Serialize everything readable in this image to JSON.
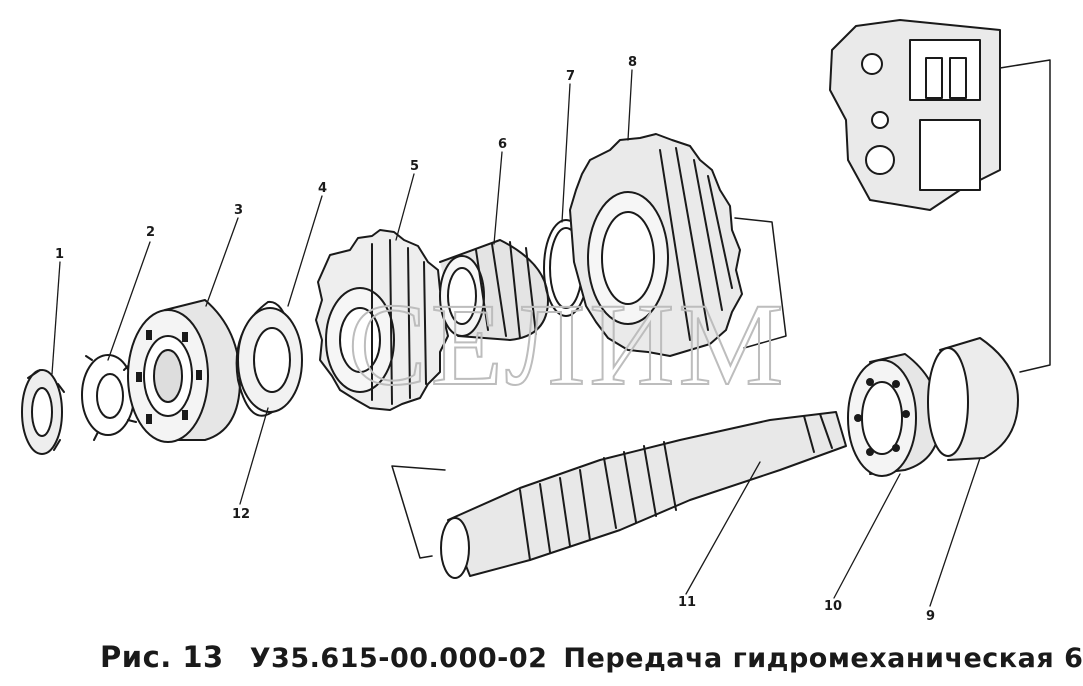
{
  "callouts": [
    {
      "id": "callout-1",
      "label": "1"
    },
    {
      "id": "callout-2",
      "label": "2"
    },
    {
      "id": "callout-3",
      "label": "3"
    },
    {
      "id": "callout-4",
      "label": "4"
    },
    {
      "id": "callout-5",
      "label": "5"
    },
    {
      "id": "callout-6",
      "label": "6"
    },
    {
      "id": "callout-7",
      "label": "7"
    },
    {
      "id": "callout-8",
      "label": "8"
    },
    {
      "id": "callout-9",
      "label": "9"
    },
    {
      "id": "callout-10",
      "label": "10"
    },
    {
      "id": "callout-11",
      "label": "11"
    },
    {
      "id": "callout-12",
      "label": "12"
    }
  ],
  "watermark": "СЕЛИМ",
  "caption": {
    "figure": "Рис. 13",
    "code": "У35.615-00.000-02",
    "title": "Передача гидромеханическая 6"
  },
  "colors": {
    "ink": "#1a1a1a",
    "paper": "#ffffff",
    "watermark": "#d8d8d8"
  }
}
